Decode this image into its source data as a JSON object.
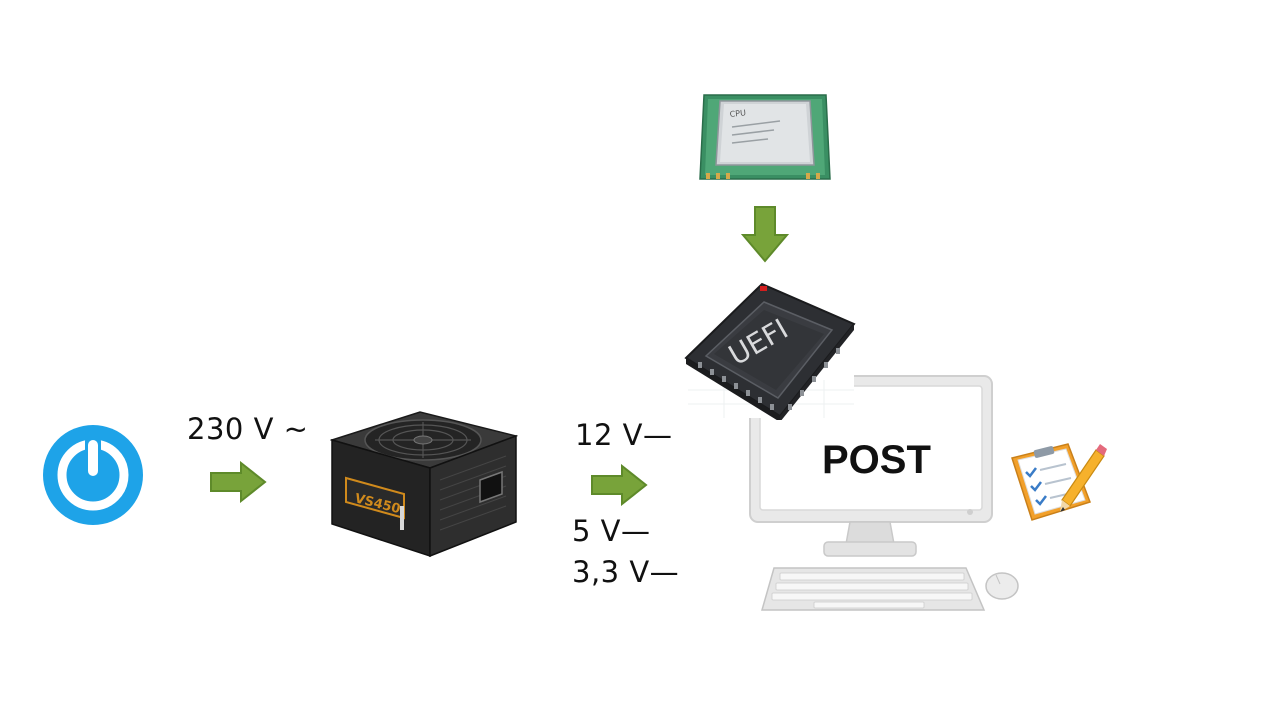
{
  "labels": {
    "ac_input": "230 V ~",
    "rail_12v": "12 V—",
    "rail_5v": "5 V—",
    "rail_3v3": "3,3 V—",
    "post": "POST"
  },
  "psu": {
    "model": "VS450"
  },
  "cpu": {
    "marking": "CPU"
  },
  "firmware_chip": {
    "label": "UEFI"
  },
  "icons": {
    "power": "power-button-icon",
    "psu": "power-supply-icon",
    "cpu": "cpu-chip-icon",
    "uefi": "uefi-chip-icon",
    "computer": "desktop-computer-icon",
    "checklist": "checklist-pencil-icon",
    "arrow": "green-arrow-icon"
  },
  "colors": {
    "arrow": "#78a33a",
    "power_blue": "#1ea3e8",
    "psu_body": "#2b2b2b",
    "psu_accent": "#d08a1c"
  }
}
